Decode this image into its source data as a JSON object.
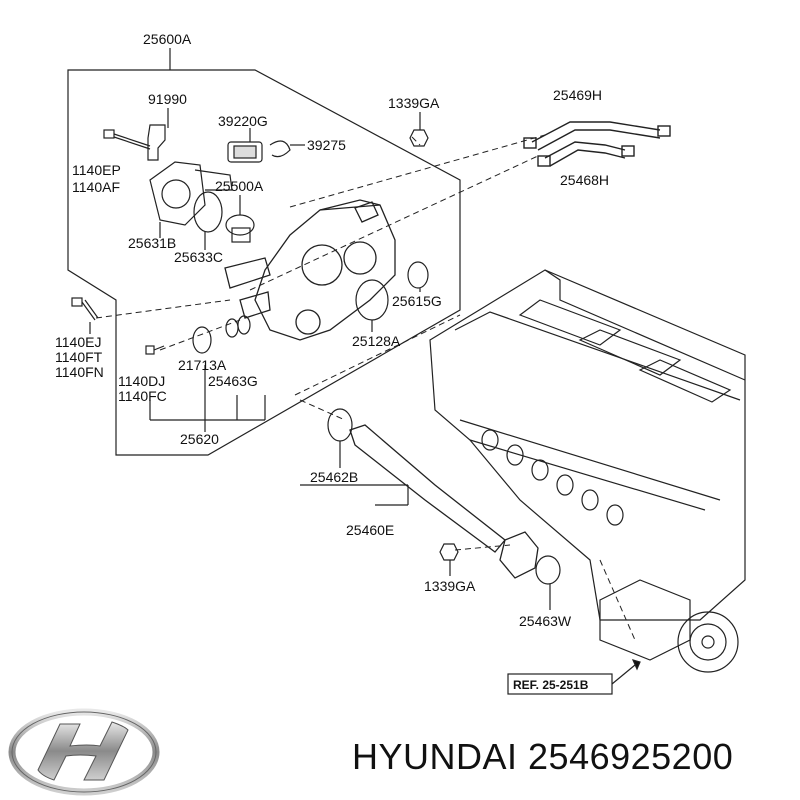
{
  "labels": {
    "l25600A": "25600A",
    "l91990": "91990",
    "l39220G": "39220G",
    "l39275": "39275",
    "l1339GA_top": "1339GA",
    "l25469H": "25469H",
    "l25468H": "25468H",
    "l1140EP": "1140EP",
    "l1140AF": "1140AF",
    "l25500A": "25500A",
    "l25631B": "25631B",
    "l25633C": "25633C",
    "l25615G": "25615G",
    "l25128A": "25128A",
    "l1140EJ": "1140EJ",
    "l1140FT": "1140FT",
    "l1140FN": "1140FN",
    "l21713A": "21713A",
    "l1140DJ": "1140DJ",
    "l1140FC": "1140FC",
    "l25463G": "25463G",
    "l25620": "25620",
    "l25462B": "25462B",
    "l25460E": "25460E",
    "l1339GA_bot": "1339GA",
    "l25463W": "25463W",
    "ref": "REF. 25-251B"
  },
  "brand": {
    "text": "HYUNDAI 2546925200",
    "logo": "hyundai-logo-icon"
  }
}
